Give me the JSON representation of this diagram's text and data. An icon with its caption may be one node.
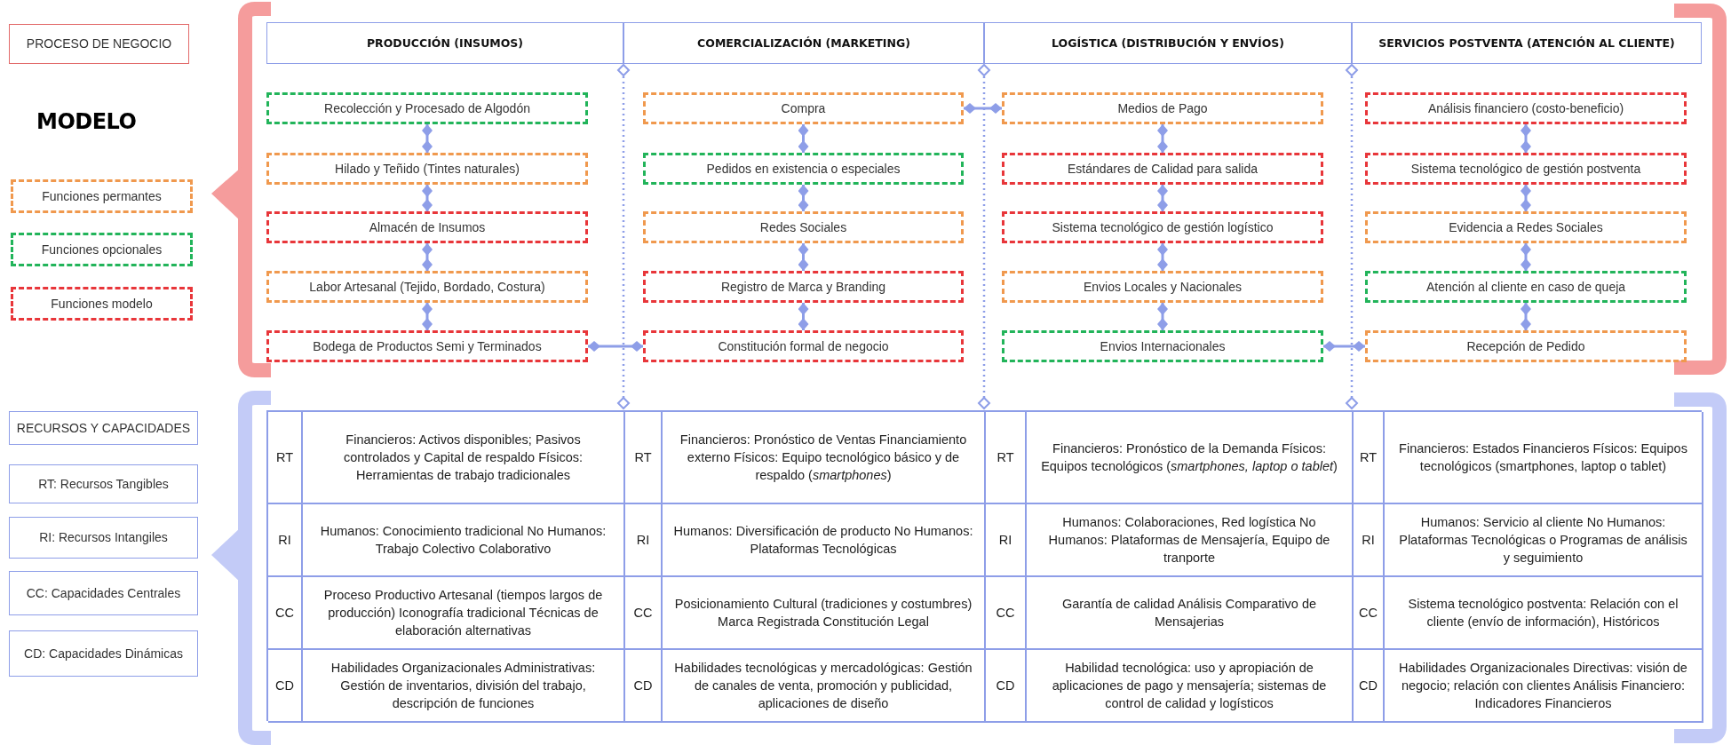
{
  "diagram": {
    "nodes": [
      {
        "text": [
          "PROCESO DE NEGOCIO"
        ]
      },
      {
        "text": [
          "MODELO"
        ]
      },
      {
        "text": [
          "RECURSOS Y CAPACIDADES"
        ]
      },
      {
        "text": [
          "RT: Recursos Tangibles"
        ]
      },
      {
        "text": [
          "RI: Recursos Intangiles"
        ]
      },
      {
        "text": [
          "CC: Capacidades Centrales"
        ]
      },
      {
        "text": [
          "CD: Capacidades Dinámicas"
        ]
      },
      {
        "text": [
          "PRODUCCIÓN (INSUMOS)"
        ]
      },
      {
        "text": [
          "COMERCIALIZACIÓN (MARKETING)"
        ]
      },
      {
        "text": [
          "LOGÍSTICA (DISTRIBUCIÓN Y ENVÍOS)"
        ]
      },
      {
        "text": [
          "SERVICIOS POSTVENTA (ATENCIÓN AL CLIENTE)"
        ]
      },
      {
        "text": [
          "Recolección y Procesado de Algodón"
        ]
      },
      {
        "text": [
          "Hilado y Teñido (Tintes naturales)"
        ]
      },
      {
        "text": [
          "Almacén de Insumos"
        ]
      },
      {
        "text": [
          "Labor Artesanal (Tejido, Bordado, Costura)"
        ]
      },
      {
        "text": [
          "Bodega de Productos Semi y Terminados"
        ]
      },
      {
        "text": [
          "Compra"
        ]
      },
      {
        "text": [
          "Pedidos en existencia o especiales"
        ]
      },
      {
        "text": [
          "Redes Sociales"
        ]
      },
      {
        "text": [
          "Registro de Marca y Branding"
        ]
      },
      {
        "text": [
          "Constitución formal de negocio"
        ]
      },
      {
        "text": [
          "Medios de Pago"
        ]
      },
      {
        "text": [
          "Estándares de Calidad para salida"
        ]
      },
      {
        "text": [
          "Sistema tecnológico de gestión logístico"
        ]
      },
      {
        "text": [
          "Envios Locales y Nacionales"
        ]
      },
      {
        "text": [
          "Envios Internacionales"
        ]
      },
      {
        "text": [
          "Análisis financiero (costo-beneficio)"
        ]
      },
      {
        "text": [
          "Sistema tecnológico de gestión postventa"
        ]
      },
      {
        "text": [
          "Evidencia a Redes Sociales"
        ]
      },
      {
        "text": [
          "Atención al cliente en caso de queja"
        ]
      },
      {
        "text": [
          "Recepción de Pedido"
        ]
      }
    ],
    "edges": [
      {
        "from": 11,
        "to": 12,
        "arrow": "other"
      },
      {
        "from": 12,
        "to": 13,
        "arrow": "other"
      },
      {
        "from": 13,
        "to": 14,
        "arrow": "other"
      },
      {
        "from": 14,
        "to": 15,
        "arrow": "other"
      },
      {
        "from": 15,
        "to": 20,
        "arrow": "other"
      },
      {
        "from": 16,
        "to": 17,
        "arrow": "other"
      },
      {
        "from": 17,
        "to": 18,
        "arrow": "other"
      },
      {
        "from": 18,
        "to": 19,
        "arrow": "other"
      },
      {
        "from": 19,
        "to": 20,
        "arrow": "other"
      },
      {
        "from": 16,
        "to": 21,
        "arrow": "other"
      },
      {
        "from": 21,
        "to": 22,
        "arrow": "other"
      },
      {
        "from": 22,
        "to": 23,
        "arrow": "other"
      },
      {
        "from": 23,
        "to": 24,
        "arrow": "other"
      },
      {
        "from": 24,
        "to": 25,
        "arrow": "other"
      },
      {
        "from": 25,
        "to": 30,
        "arrow": "other"
      },
      {
        "from": 26,
        "to": 27,
        "arrow": "other"
      },
      {
        "from": 27,
        "to": 28,
        "arrow": "other"
      },
      {
        "from": 28,
        "to": 29,
        "arrow": "other"
      },
      {
        "from": 29,
        "to": 30,
        "arrow": "other"
      }
    ],
    "labels": [
      "RT",
      "Financieros: Activos disponibles; Pasivos controlados y Capital de respaldo Físicos: Herramientas de trabajo tradicionales",
      "RT",
      "Financieros: Pronóstico de Ventas Financiamiento externo Físicos: Equipo tecnológico básico y de respaldo (*smartphones*)",
      "RT",
      "Financieros: Pronóstico de la Demanda Físicos: Equipos tecnológicos (*smartphones, laptop o tablet*)",
      "RT",
      "Financieros: Estados Financieros Físicos: Equipos tecnológicos (smartphones, laptop o tablet)",
      "RI",
      "Humanos: Conocimiento tradicional No Humanos: Trabajo Colectivo Colaborativo",
      "RI",
      "Humanos: Diversificación de producto No Humanos: Plataformas Tecnológicas",
      "RI",
      "Humanos: Colaboraciones, Red logística No Humanos: Plataformas de Mensajería, Equipo de tranporte",
      "RI",
      "Humanos: Servicio al cliente No Humanos: Plataformas Tecnológicas o Programas de análisis y seguimiento",
      "CC",
      "Proceso Productivo Artesanal (tiempos largos de producción) Iconografía tradicional Técnicas de elaboración alternativas",
      "CC",
      "Posicionamiento Cultural (tradiciones y costumbres) Marca Registrada Constitución Legal",
      "CC",
      "Garantía de calidad Análisis Comparativo de Mensajerias",
      "CC",
      "Sistema tecnológico postventa: Relación con el cliente (envío de información), Históricos",
      "CD",
      "Habilidades Organizacionales Administrativas: Gestión de inventarios, división del trabajo, descripción de funciones",
      "CD",
      "Habilidades tecnológicas y mercadológicas: Gestión de canales de venta, promoción y publicidad, aplicaciones de diseño",
      "CD",
      "Habilidad tecnológica: uso y apropiación de aplicaciones de pago y mensajería; sistemas de control de calidad y logísticos",
      "CD",
      "Habilidades Organizacionales Directivas: visión de negocio; relación con clientes Análisis Financiero: Indicadores Financieros"
    ],
    "legend": [
      {
        "text": "Funciones permantes",
        "color": "#f0994e"
      },
      {
        "text": "Funciones opcionales",
        "color": "#22b45a"
      },
      {
        "text": "Funciones modelo",
        "color": "#e8363a"
      }
    ]
  }
}
